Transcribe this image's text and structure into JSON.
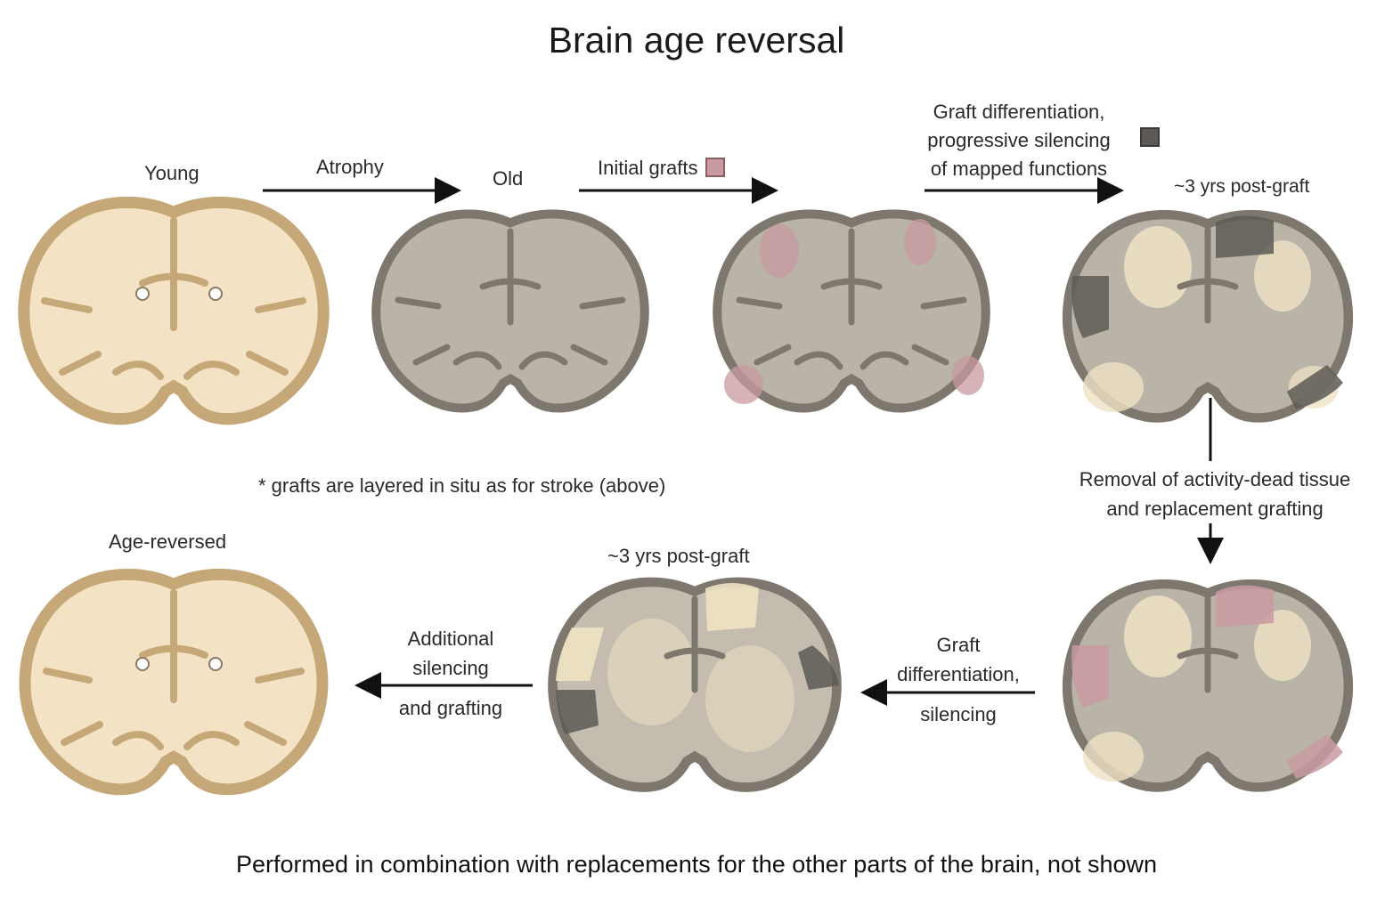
{
  "title": "Brain age reversal",
  "labels": {
    "young": "Young",
    "old": "Old",
    "post_graft_top": "~3 yrs post-graft",
    "age_reversed": "Age-reversed",
    "post_graft_bottom": "~3 yrs post-graft"
  },
  "arrows": {
    "atrophy": "Atrophy",
    "initial_grafts": "Initial grafts",
    "graft_diff_top": [
      "Graft differentiation,",
      "progressive silencing",
      "of mapped functions"
    ],
    "removal": [
      "Removal of activity-dead tissue",
      "and replacement grafting"
    ],
    "graft_diff_bottom": [
      "Graft",
      "differentiation,",
      "silencing"
    ],
    "additional": [
      "Additional",
      "silencing",
      "and grafting"
    ]
  },
  "note": "* grafts are layered in situ as for stroke (above)",
  "footer": "Performed in combination with replacements for the other parts of the brain, not shown",
  "colors": {
    "young_fill": "#f3e3c4",
    "young_stroke": "#c6a878",
    "old_fill": "#b9b3a8",
    "old_stroke": "#7d776e",
    "graft_pink": "#c99aa0",
    "silenced_dark": "#5d5a56"
  },
  "icons": [
    "initial-graft-swatch",
    "silenced-swatch"
  ]
}
